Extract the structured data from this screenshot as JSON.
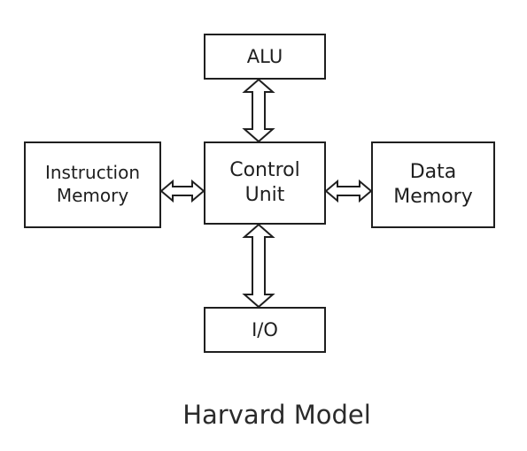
{
  "diagram": {
    "alu": [
      "ALU"
    ],
    "control_unit": [
      "Control",
      "Unit"
    ],
    "instruction_memory": [
      "Instruction",
      "Memory"
    ],
    "data_memory": [
      "Data",
      "Memory"
    ],
    "io": [
      "I/O"
    ],
    "caption": "Harvard Model"
  },
  "colors": {
    "stroke": "#1f1f1f",
    "fill": "#ffffff"
  }
}
